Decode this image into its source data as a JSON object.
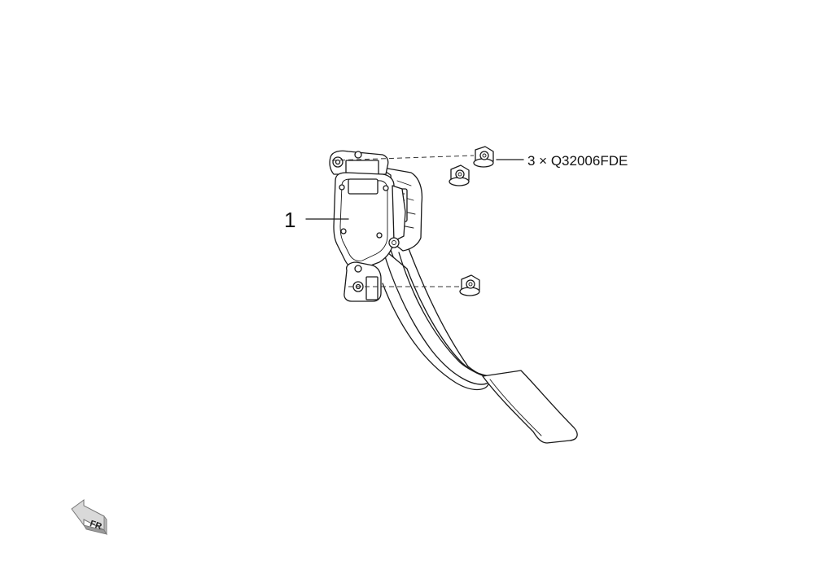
{
  "diagram": {
    "part_callout": "1",
    "fastener_callout": "3 × Q32006FDE",
    "direction_label": "FR"
  },
  "colors": {
    "line": "#1a1a1a",
    "background": "#ffffff",
    "arrow_fill": "#d9d9d9"
  }
}
